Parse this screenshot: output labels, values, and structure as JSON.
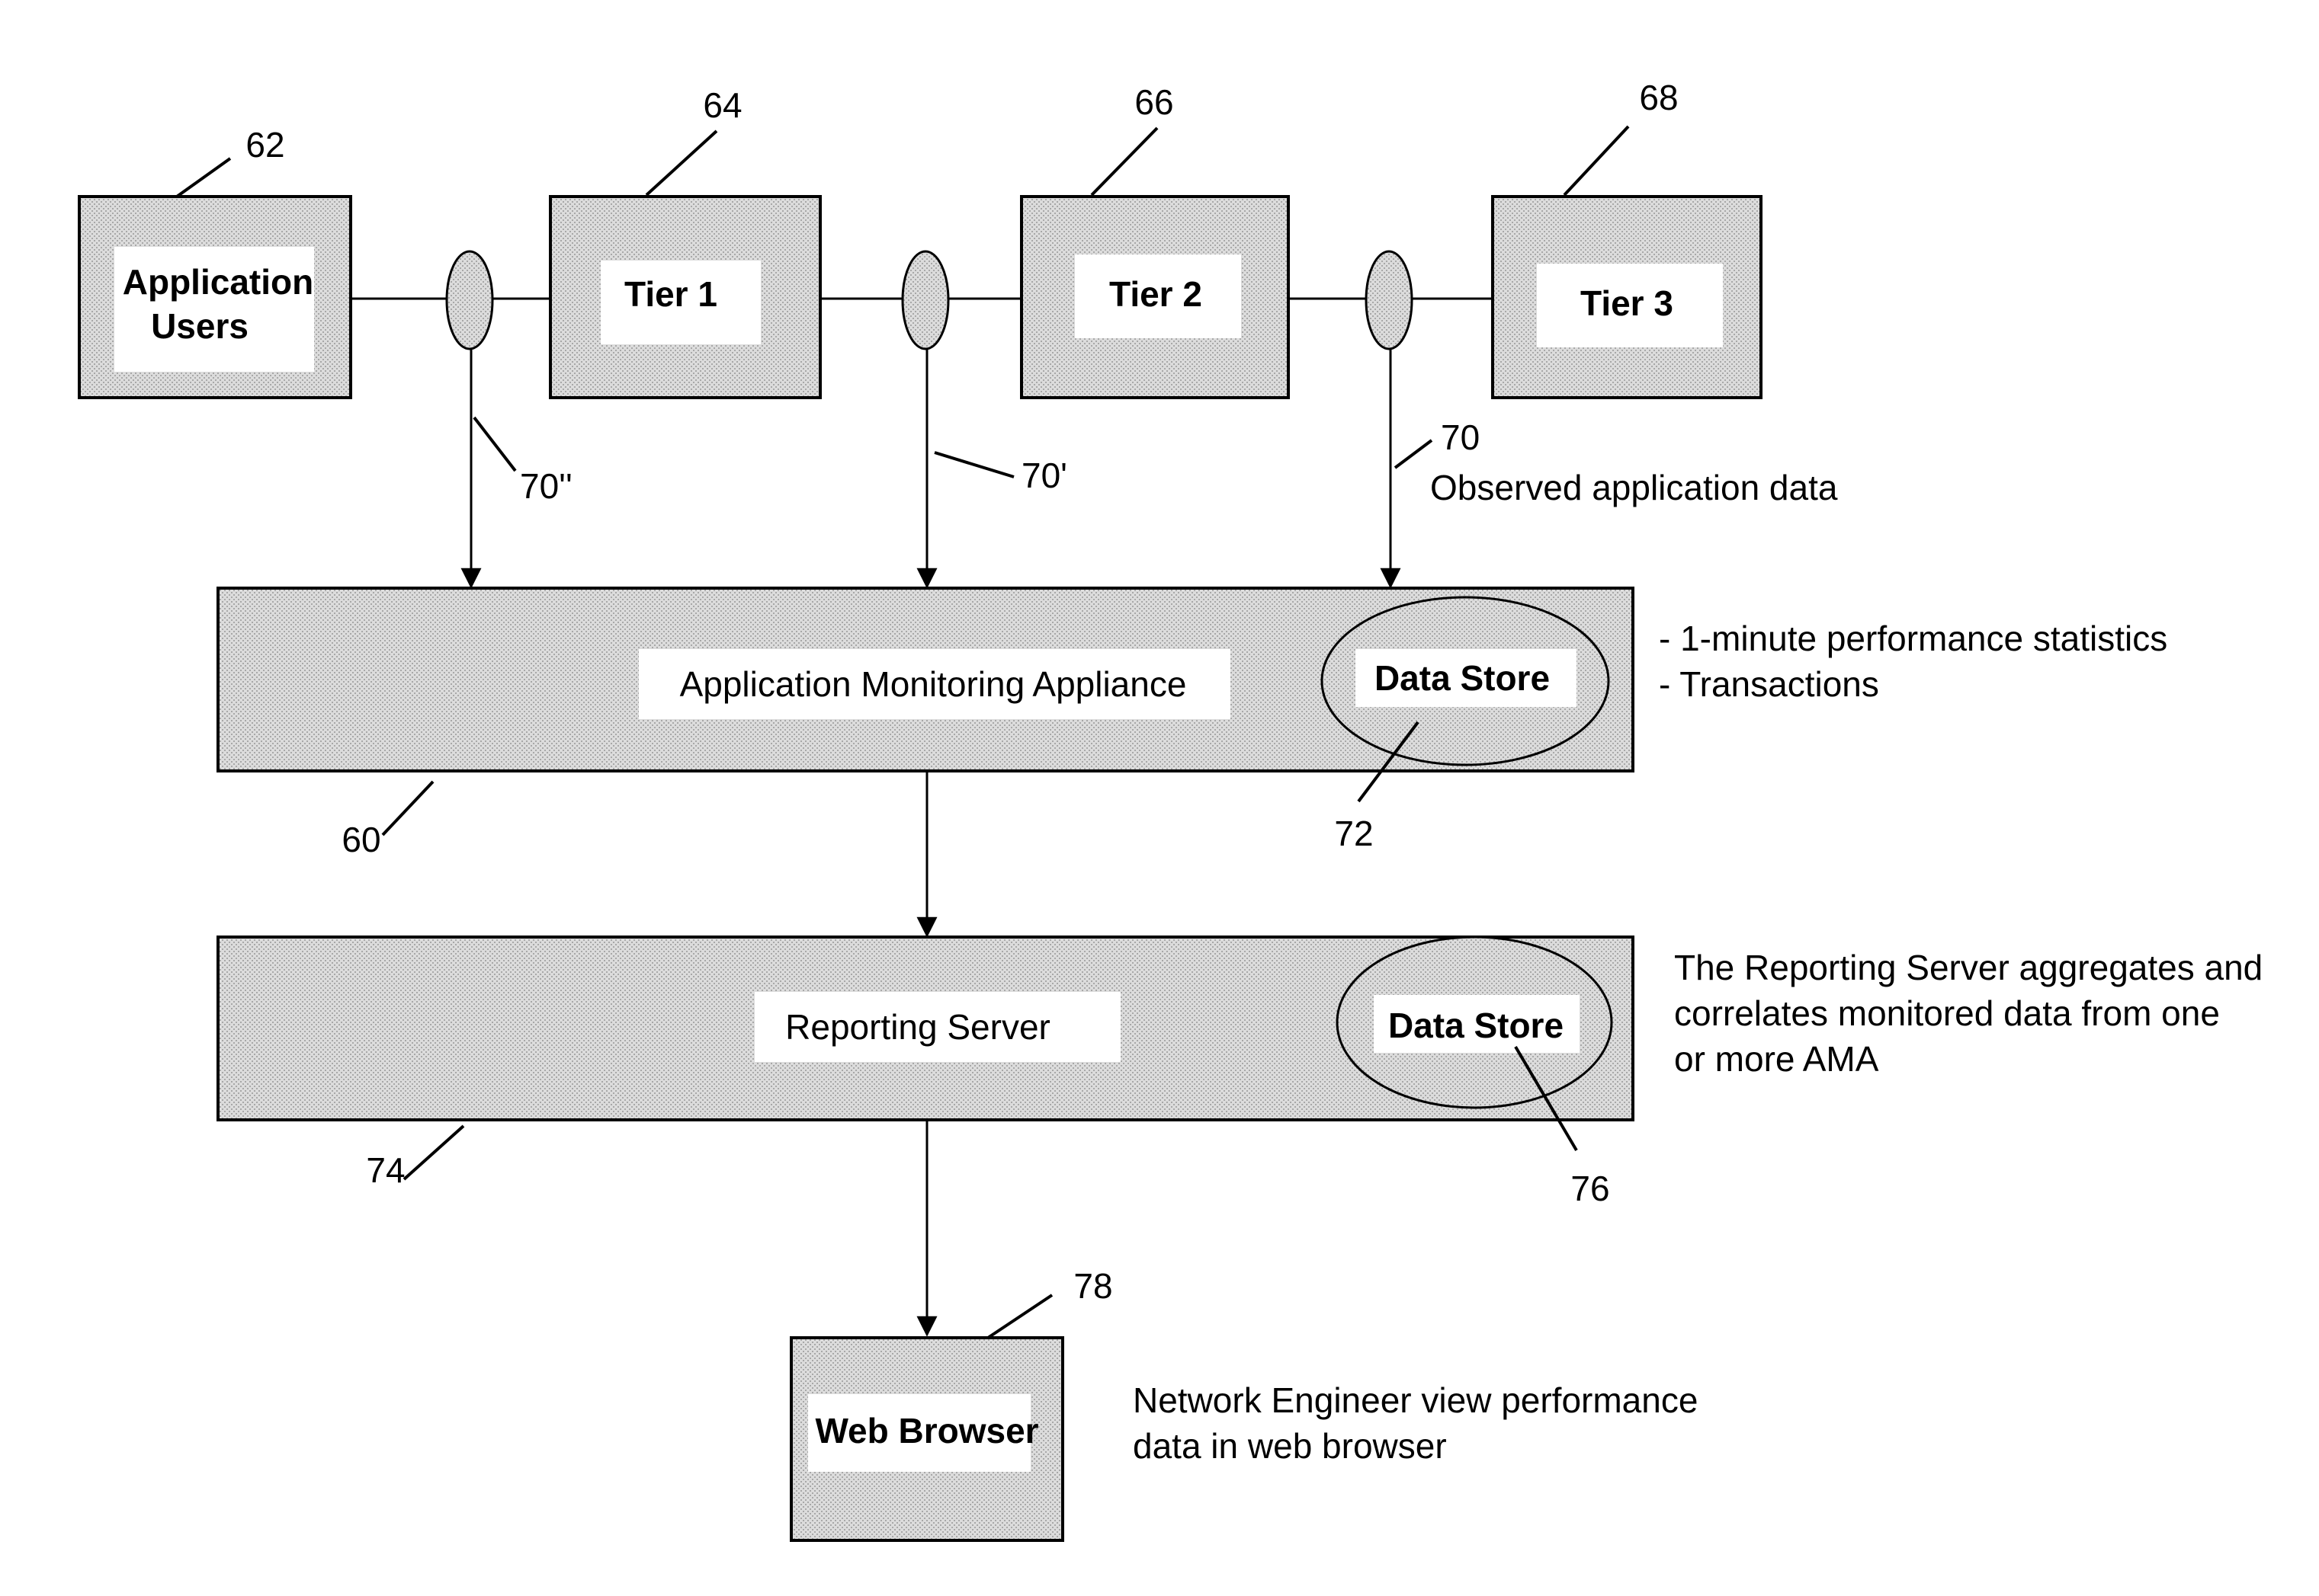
{
  "nodes": {
    "app_users": {
      "label_line1": "Application",
      "label_line2": "Users",
      "ref": "62"
    },
    "tier1": {
      "label": "Tier 1",
      "ref": "64"
    },
    "tier2": {
      "label": "Tier 2",
      "ref": "66"
    },
    "tier3": {
      "label": "Tier 3",
      "ref": "68"
    },
    "ama": {
      "label": "Application Monitoring Appliance",
      "ref": "60",
      "store_label": "Data Store",
      "store_ref": "72"
    },
    "reporting": {
      "label": "Reporting Server",
      "ref": "74",
      "store_label": "Data Store",
      "store_ref": "76"
    },
    "browser": {
      "label": "Web Browser",
      "ref": "78"
    }
  },
  "taps": {
    "tap1_ref": "70''",
    "tap2_ref": "70'",
    "tap3_ref": "70",
    "tap3_note": "Observed application data"
  },
  "notes": {
    "ama_lines": [
      "- 1-minute performance statistics",
      "- Transactions"
    ],
    "reporting_lines": [
      "The Reporting Server aggregates and",
      "correlates monitored data from one",
      "or more AMA"
    ],
    "browser_lines": [
      "Network Engineer view performance",
      "data in web browser"
    ]
  },
  "colors": {
    "box_fill": "#d4d4d4",
    "label_bg": "#ffffff",
    "stroke": "#000000"
  }
}
